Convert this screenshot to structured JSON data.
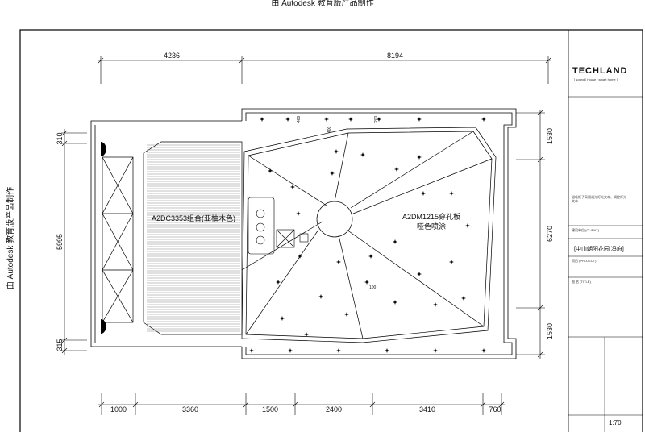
{
  "watermark": "由 Autodesk 教育版产品制作",
  "dimensions": {
    "top": [
      "4236",
      "8194"
    ],
    "bottom": [
      "1000",
      "3360",
      "1500",
      "2400",
      "3410",
      "760"
    ],
    "left": [
      "310",
      "5995",
      "315"
    ],
    "right": [
      "1530",
      "6270",
      "1530"
    ]
  },
  "labels": {
    "left_area": "A2DC3353组合(亚柚木色)",
    "right_area_line1": "A2DM1215穿孔板",
    "right_area_line2": "哑色喷涂",
    "small_dims": [
      "400",
      "400",
      "200",
      "100"
    ]
  },
  "title_block": {
    "brand": "TECHLAND",
    "tagline": "[ sound | house | smart home ]",
    "note": "磁吸框子采用调光灯光文本、调控灯光文本",
    "client_label": "建设单位 (CLIENT)",
    "project_name": "[中山朝阳花园 冯府]",
    "project_label": "项目 (PROJECT)",
    "drawing_title_label": "图 名 (TITLE)",
    "scale": "1:70"
  }
}
